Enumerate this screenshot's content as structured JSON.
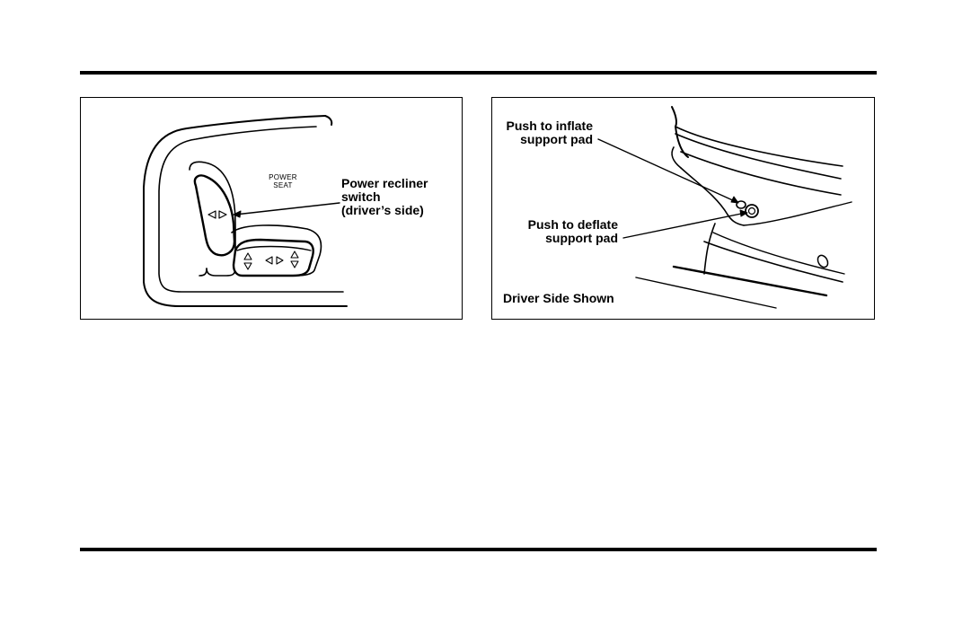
{
  "figure_left": {
    "panel_label_line1": "POWER",
    "panel_label_line2": "SEAT",
    "callout_line1": "Power recliner",
    "callout_line2": "switch",
    "callout_line3": "(driver’s side)"
  },
  "figure_right": {
    "inflate_line1": "Push to inflate",
    "inflate_line2": "support pad",
    "deflate_line1": "Push to deflate",
    "deflate_line2": "support pad",
    "caption": "Driver Side Shown"
  }
}
